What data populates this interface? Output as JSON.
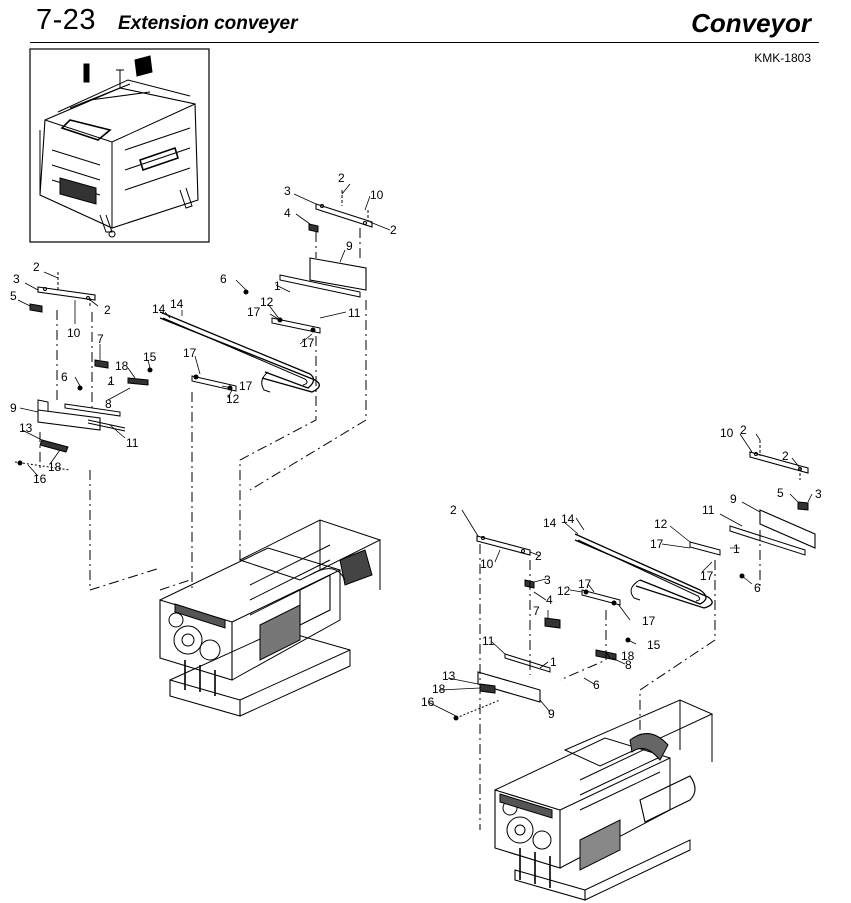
{
  "header": {
    "section_number": "7-23",
    "title": "Extension conveyer",
    "category": "Conveyor",
    "model_code": "KMK-1803"
  },
  "callouts": {
    "left": [
      {
        "id": "L-2a",
        "label": "2"
      },
      {
        "id": "L-3",
        "label": "3"
      },
      {
        "id": "L-5",
        "label": "5"
      },
      {
        "id": "L-2b",
        "label": "2"
      },
      {
        "id": "L-10",
        "label": "10"
      },
      {
        "id": "L-7",
        "label": "7"
      },
      {
        "id": "L-18",
        "label": "18"
      },
      {
        "id": "L-15",
        "label": "15"
      },
      {
        "id": "L-6",
        "label": "6"
      },
      {
        "id": "L-1",
        "label": "1"
      },
      {
        "id": "L-8",
        "label": "8"
      },
      {
        "id": "L-9",
        "label": "9"
      },
      {
        "id": "L-13",
        "label": "13"
      },
      {
        "id": "L-11",
        "label": "11"
      },
      {
        "id": "L-18b",
        "label": "18"
      },
      {
        "id": "L-16",
        "label": "16"
      }
    ],
    "center": [
      {
        "id": "C-3",
        "label": "3"
      },
      {
        "id": "C-2a",
        "label": "2"
      },
      {
        "id": "C-10",
        "label": "10"
      },
      {
        "id": "C-4",
        "label": "4"
      },
      {
        "id": "C-2b",
        "label": "2"
      },
      {
        "id": "C-9",
        "label": "9"
      },
      {
        "id": "C-6",
        "label": "6"
      },
      {
        "id": "C-1",
        "label": "1"
      },
      {
        "id": "C-12",
        "label": "12"
      },
      {
        "id": "C-11",
        "label": "11"
      },
      {
        "id": "C-17a",
        "label": "17"
      },
      {
        "id": "C-17b",
        "label": "17"
      },
      {
        "id": "C-14a",
        "label": "14"
      },
      {
        "id": "C-14b",
        "label": "14"
      },
      {
        "id": "C-17c",
        "label": "17"
      },
      {
        "id": "C-17d",
        "label": "17"
      },
      {
        "id": "C-12b",
        "label": "12"
      }
    ],
    "right": [
      {
        "id": "R-10",
        "label": "10"
      },
      {
        "id": "R-2a",
        "label": "2"
      },
      {
        "id": "R-2b",
        "label": "2"
      },
      {
        "id": "R-5",
        "label": "5"
      },
      {
        "id": "R-3",
        "label": "3"
      },
      {
        "id": "R-9",
        "label": "9"
      },
      {
        "id": "R-11",
        "label": "11"
      },
      {
        "id": "R-14a",
        "label": "14"
      },
      {
        "id": "R-14b",
        "label": "14"
      },
      {
        "id": "R-12",
        "label": "12"
      },
      {
        "id": "R-17a",
        "label": "17"
      },
      {
        "id": "R-1",
        "label": "1"
      },
      {
        "id": "R-17b",
        "label": "17"
      },
      {
        "id": "R-6",
        "label": "6"
      },
      {
        "id": "R-2c",
        "label": "2"
      },
      {
        "id": "R-2d",
        "label": "2"
      },
      {
        "id": "R-10b",
        "label": "10"
      },
      {
        "id": "R-3b",
        "label": "3"
      },
      {
        "id": "R-4",
        "label": "4"
      },
      {
        "id": "R-12b",
        "label": "12"
      },
      {
        "id": "R-17c",
        "label": "17"
      },
      {
        "id": "R-7",
        "label": "7"
      },
      {
        "id": "R-17d",
        "label": "17"
      },
      {
        "id": "R-15",
        "label": "15"
      },
      {
        "id": "R-18",
        "label": "18"
      },
      {
        "id": "R-8",
        "label": "8"
      },
      {
        "id": "R-11b",
        "label": "11"
      },
      {
        "id": "R-1b",
        "label": "1"
      },
      {
        "id": "R-6b",
        "label": "6"
      },
      {
        "id": "R-13",
        "label": "13"
      },
      {
        "id": "R-18b",
        "label": "18"
      },
      {
        "id": "R-16",
        "label": "16"
      },
      {
        "id": "R-9b",
        "label": "9"
      }
    ]
  }
}
